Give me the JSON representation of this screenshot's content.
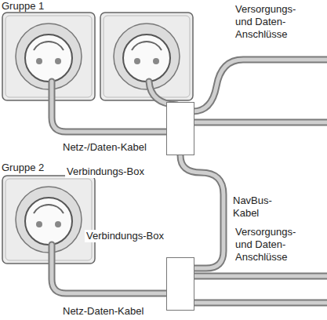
{
  "diagram": {
    "nodes": [
      {
        "text": [
          "Verbindungs-Box"
        ]
      },
      {
        "text": [
          "Verbindungs-Box"
        ]
      }
    ],
    "edges": [
      {
        "from": 0,
        "to": 1,
        "arrow": "none",
        "label": "NavBus-Kabel"
      }
    ],
    "labels": [
      "Gruppe 1",
      "Versorgungs- und Daten-Anschlüsse",
      "Netz-/Daten-Kabel",
      "Gruppe 2",
      "Versorgungs- und Daten-Anschlüsse",
      "Netz-Daten-Kabel"
    ]
  }
}
